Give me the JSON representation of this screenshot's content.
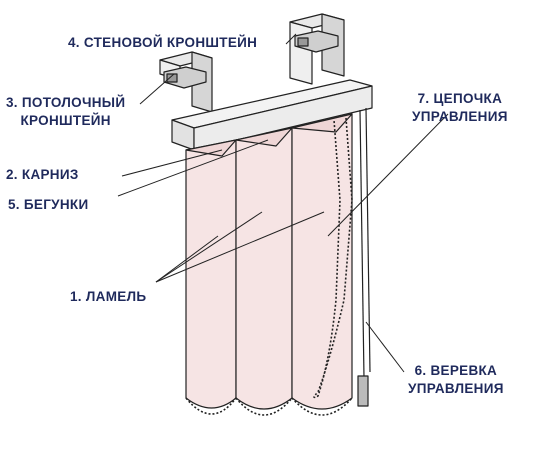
{
  "labels": {
    "wall_bracket": "4. СТЕНОВОЙ КРОНШТЕЙН",
    "ceiling_bracket_line1": "3. ПОТОЛОЧНЫЙ",
    "ceiling_bracket_line2": "КРОНШТЕЙН",
    "rail": "2. КАРНИЗ",
    "runners": "5. БЕГУНКИ",
    "slat": "1. ЛАМЕЛЬ",
    "chain_line1": "7. ЦЕПОЧКА",
    "chain_line2": "УПРАВЛЕНИЯ",
    "cord_line1": "6. ВЕРЕВКА",
    "cord_line2": "УПРАВЛЕНИЯ"
  },
  "colors": {
    "label_text": "#1f2a5c",
    "slat_fill": "#f6e4e4",
    "outline": "#222222",
    "bracket_fill": "#d8d8d8"
  }
}
